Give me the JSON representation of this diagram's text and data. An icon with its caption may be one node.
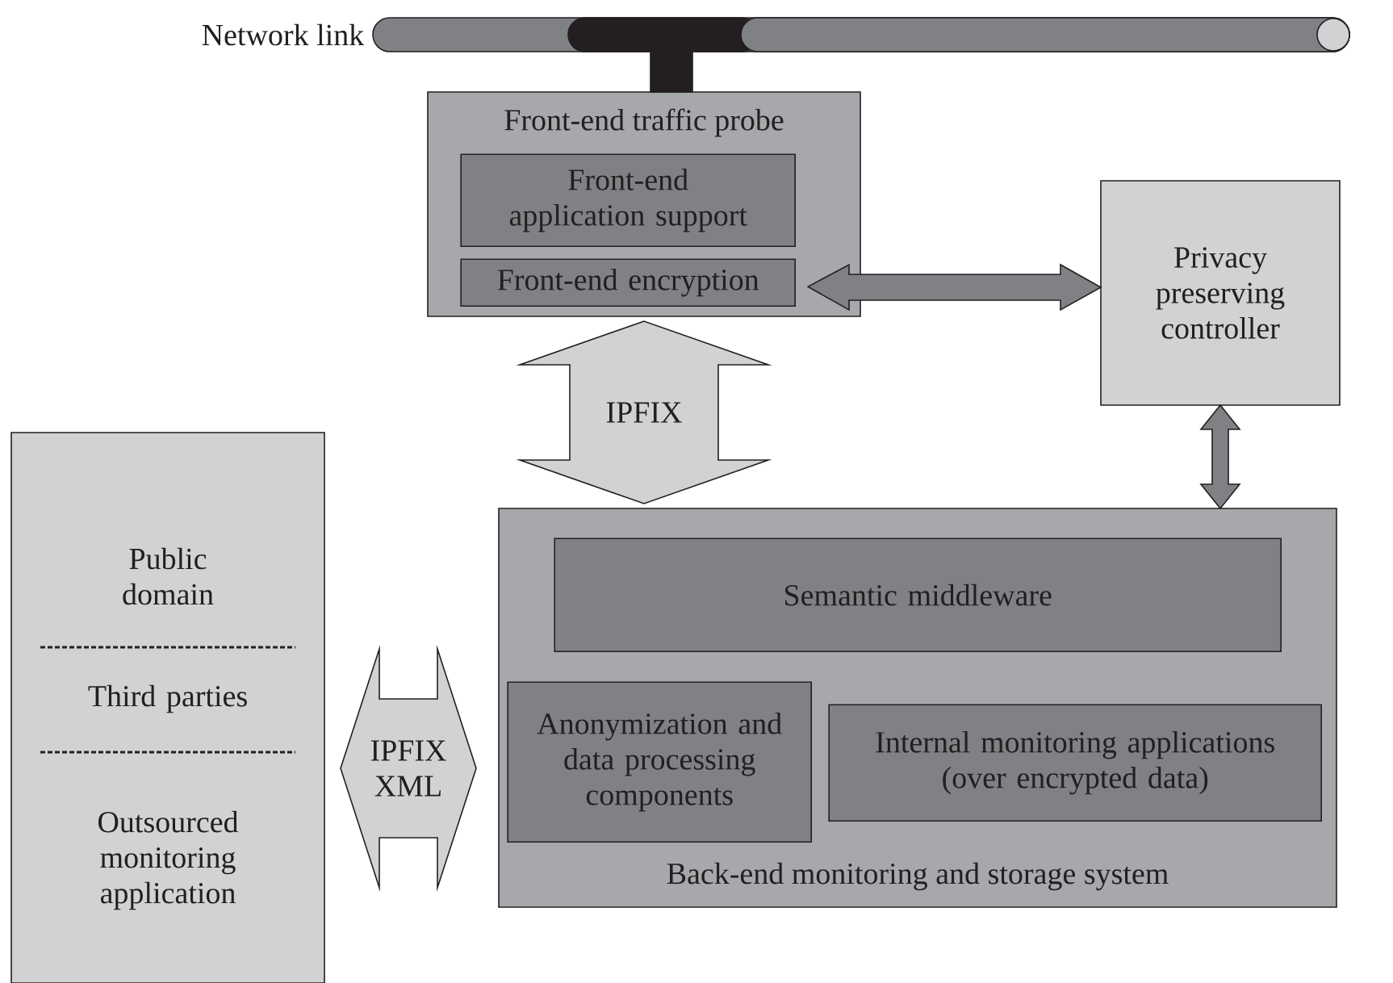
{
  "diagram": {
    "nodes": [
      {
        "text": [
          "Network link"
        ]
      },
      {
        "text": [
          "Front-end traffic probe"
        ]
      },
      {
        "text": [
          "Front-end application support"
        ],
        "in": 1
      },
      {
        "text": [
          "Front-end encryption"
        ],
        "in": 1
      },
      {
        "text": [
          "Privacy preserving controller"
        ]
      },
      {
        "text": [
          "Public domain",
          "Third parties",
          "Outsourced monitoring application"
        ]
      },
      {
        "text": [
          "Back-end monitoring and storage system"
        ]
      },
      {
        "text": [
          "Semantic middleware"
        ],
        "in": 6
      },
      {
        "text": [
          "Anonymization and data processing components"
        ],
        "in": 6
      },
      {
        "text": [
          "Internal monitoring applications (over encrypted data)"
        ],
        "in": 6
      }
    ],
    "edges": [
      {
        "from": 0,
        "to": 1,
        "arrow": "none",
        "color": "#231f20"
      },
      {
        "from": 3,
        "to": 4,
        "arrow": "both",
        "color": "#808185"
      },
      {
        "from": 1,
        "to": 6,
        "arrow": "both",
        "label": "IPFIX",
        "color": "#d1d2d4"
      },
      {
        "from": 4,
        "to": 6,
        "arrow": "both",
        "color": "#808185"
      },
      {
        "from": 5,
        "to": 6,
        "arrow": "both",
        "label": "IPFIX XML",
        "color": "#d1d2d4"
      }
    ]
  }
}
